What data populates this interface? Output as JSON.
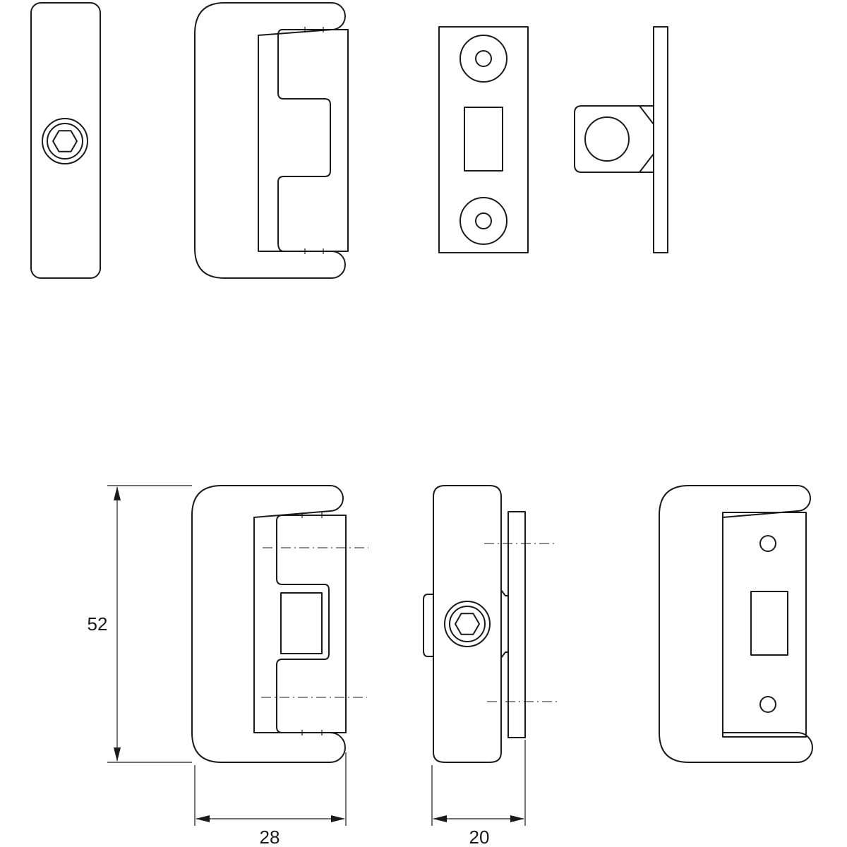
{
  "diagram": {
    "dimensions": {
      "height": "52",
      "width_keep": "28",
      "width_side": "20"
    },
    "colors": {
      "line": "#1a1a1a",
      "background": "#ffffff"
    }
  }
}
